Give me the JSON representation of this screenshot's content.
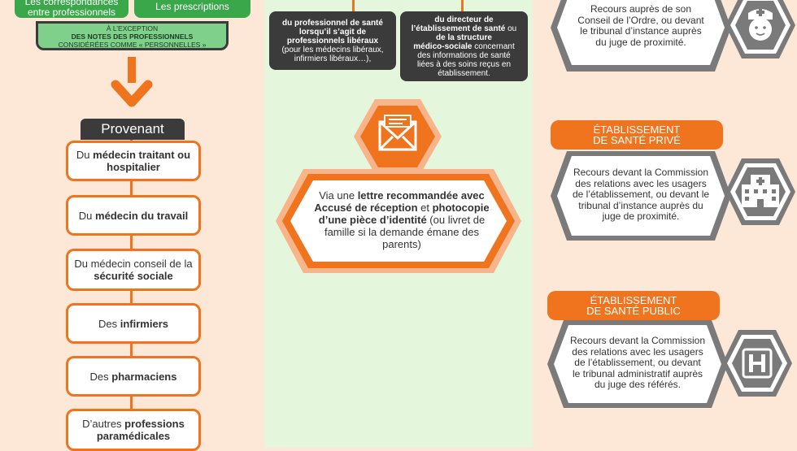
{
  "left": {
    "top_buttons": {
      "correspondences": [
        "Les correspondances",
        "entre professionnels"
      ],
      "prescriptions": "Les prescriptions"
    },
    "exception": [
      "À L’EXCEPTION",
      "DES NOTES DES PROFESSIONNELS",
      "CONSIDÉRÉES COMME « PERSONNELLES »"
    ],
    "provenant": "Provenant",
    "sources": [
      {
        "pre": "Du ",
        "bold": "médecin traitant ou hospitalier",
        "post": ""
      },
      {
        "pre": "Du ",
        "bold": "médecin du travail",
        "post": ""
      },
      {
        "pre": "Du médecin conseil de la ",
        "bold": "sécurité sociale",
        "post": ""
      },
      {
        "pre": "Des ",
        "bold": "infirmiers",
        "post": ""
      },
      {
        "pre": "Des ",
        "bold": "pharmaciens",
        "post": ""
      },
      {
        "pre": "D’autres ",
        "bold": "professions paramédicales",
        "post": ""
      }
    ]
  },
  "middle": {
    "box_professional": {
      "bold": [
        "du professionnel de santé",
        "lorsqu’il s’agit de",
        "professionnels libéraux"
      ],
      "normal": [
        "(pour les médecins libéraux,",
        "infirmiers libéraux…),"
      ]
    },
    "box_director": {
      "line1_bold": "du directeur de",
      "line2_bold": "l’établissement de santé",
      "line2_normal": " ou",
      "line3_bold": "de la structure",
      "line4_bold": "médico-sociale",
      "line4_normal": " concernant",
      "rest": [
        "des informations de santé",
        "liées à des soins reçus en",
        "établissement."
      ]
    },
    "letter": {
      "p1": "Via une ",
      "b1": "lettre recommandée avec Accusé de réception",
      "p2": "  et ",
      "b2": "photocopie d’une pièce d’identité",
      "p3": " (ou livret de famille si la demande émane des parents)"
    }
  },
  "right": {
    "first": [
      "Recours auprès de son",
      "Conseil de l’Ordre, ou devant",
      "le tribunal d’instance auprès",
      "du juge de proximité."
    ],
    "private_header": [
      "ÉTABLISSEMENT",
      "DE SANTÉ PRIVÉ"
    ],
    "private_text": [
      "Recours devant la Commission",
      "des relations avec les usagers",
      "de l’établissement, ou devant le",
      "tribunal d’instance auprès du",
      "juge de proximité."
    ],
    "public_header": [
      "ÉTABLISSEMENT",
      "DE SANTÉ PUBLIC"
    ],
    "public_text": [
      "Recours devant la Commission",
      "des relations avec les usagers",
      "de l’établissement, ou devant",
      "le tribunal administratif auprès",
      "du juge des référés."
    ]
  },
  "colors": {
    "orange": "#f0741e",
    "green": "#3aa84a",
    "dark": "#3b3b3b",
    "grey": "#7a7a7a"
  }
}
